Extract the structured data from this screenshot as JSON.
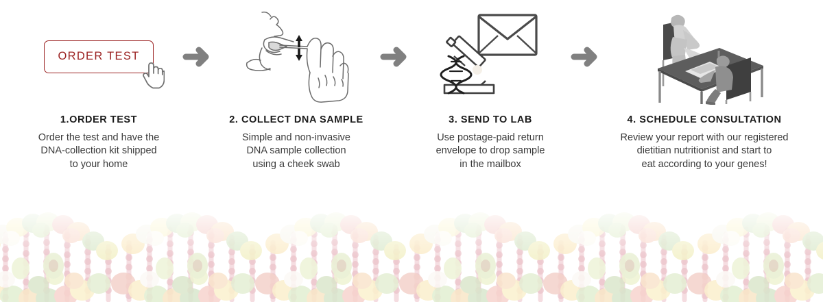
{
  "page": {
    "background_color": "#ffffff",
    "accent_color": "#9b2222",
    "arrow_color": "#808080",
    "title_color": "#1b1b1b",
    "body_color": "#3a3a3a"
  },
  "order_button": {
    "label": "ORDER TEST",
    "border_color": "#9b2222",
    "text_color": "#9b2222",
    "cursor_icon": "pointing-hand-cursor-icon"
  },
  "arrows": [
    {
      "icon": "arrow-right-icon",
      "color": "#808080"
    },
    {
      "icon": "arrow-right-icon",
      "color": "#808080"
    },
    {
      "icon": "arrow-right-icon",
      "color": "#808080"
    }
  ],
  "steps": [
    {
      "number": "1.",
      "title": "1.ORDER TEST",
      "description": "Order the test and have the\nDNA-collection kit shipped\nto your home",
      "icon": "order-test-button-icon"
    },
    {
      "number": "2.",
      "title": "2. COLLECT DNA SAMPLE",
      "description": "Simple and non-invasive\nDNA sample collection\nusing a cheek swab",
      "icon": "cheek-swab-mouth-icon"
    },
    {
      "number": "3.",
      "title": "3. SEND TO LAB",
      "description": "Use postage-paid return\nenvelope to drop sample\nin the mailbox",
      "icon": "microscope-envelope-icon"
    },
    {
      "number": "4.",
      "title": "4. SCHEDULE CONSULTATION",
      "description": "Review your report with our registered\ndietitian nutritionist and start to\neat according to your genes!",
      "icon": "consultation-desk-icon"
    }
  ],
  "footer_band": {
    "icon": "dna-helix-fruits-vegetables-icon",
    "description": "Faded DNA double helix formed from fruits and vegetables with red berry rungs"
  }
}
